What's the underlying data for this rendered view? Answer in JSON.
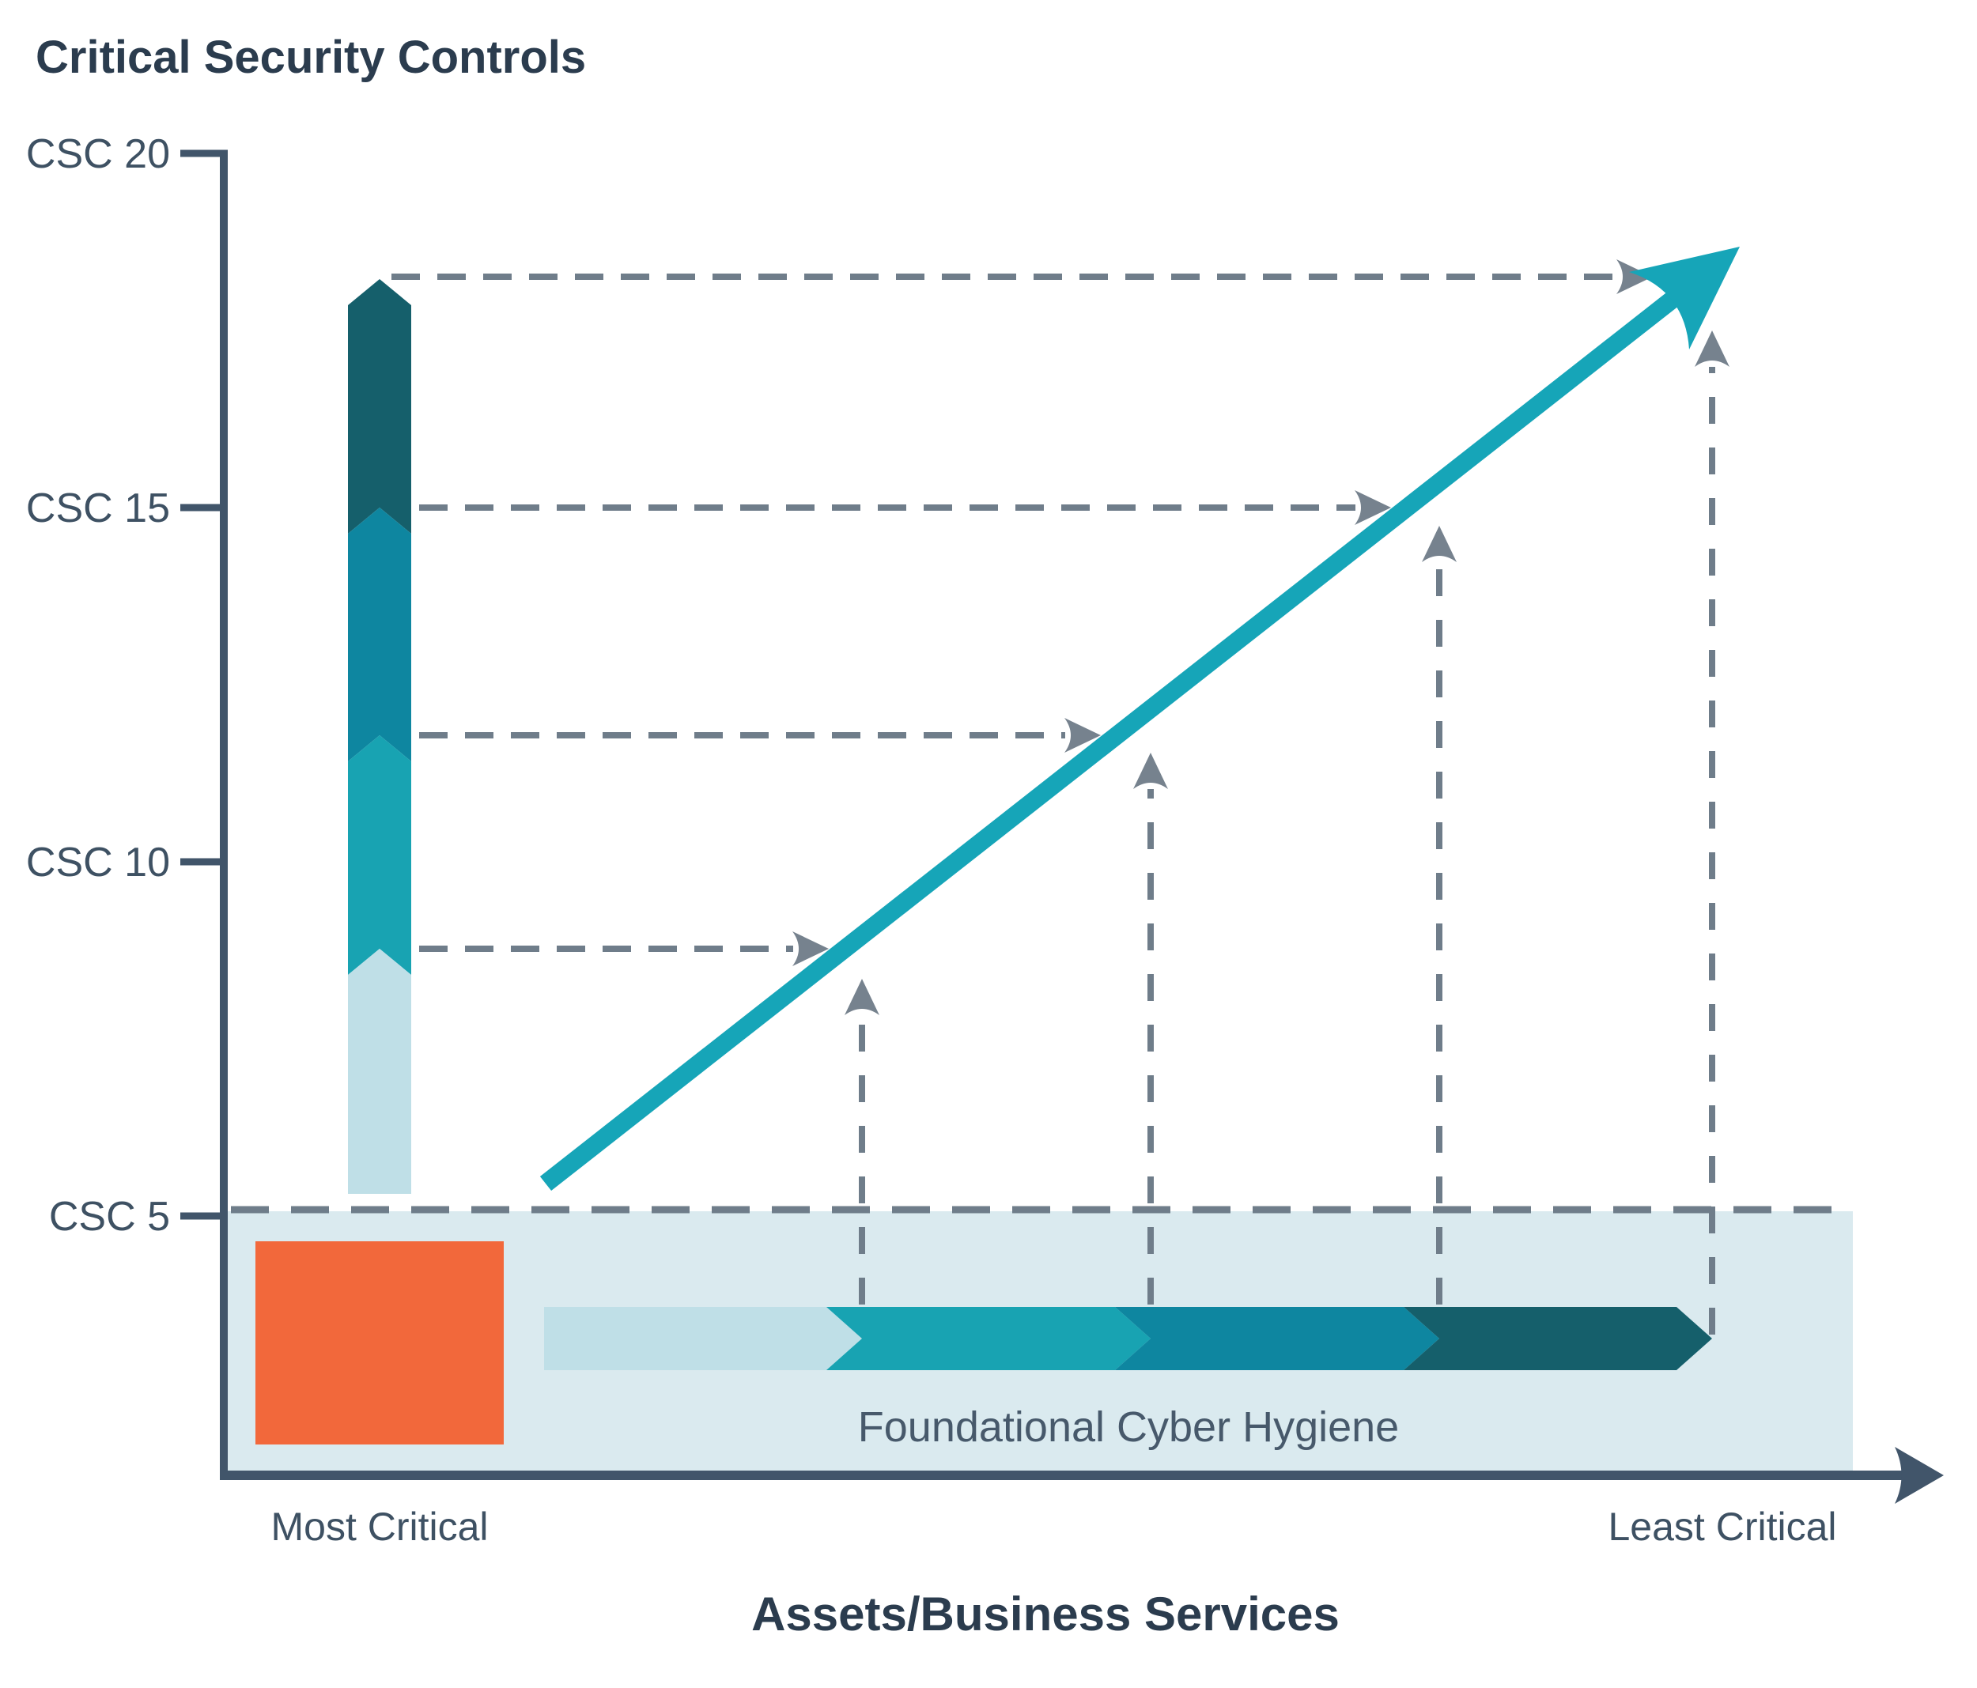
{
  "title": "Critical Security Controls",
  "y_axis": {
    "ticks": [
      "CSC 20",
      "CSC 15",
      "CSC 10",
      "CSC 5"
    ]
  },
  "x_axis": {
    "left_label": "Most Critical",
    "right_label": "Least Critical",
    "title": "Assets/Business Services"
  },
  "band": {
    "label": "Foundational Cyber Hygiene"
  },
  "colors": {
    "title_navy": "#2b3c4e",
    "label_slate": "#3e5163",
    "axis_slate": "#41556a",
    "dash_gray": "#6f7d8a",
    "arrowhead_gray": "#76828e",
    "diagonal_teal": "#16a5b8",
    "teal_dark": "#155f6b",
    "teal_medium": "#0e86a0",
    "teal_bright": "#18a3b2",
    "blue_light": "#bfdfe7",
    "band_fill": "#daeaef",
    "orange_block": "#f2683b"
  },
  "diagram": {
    "type": "conceptual-diagram",
    "vertical_bar_segment_colors_bottom_to_top": [
      "#bfdfe7",
      "#18a3b2",
      "#0e86a0",
      "#155f6b"
    ],
    "horizontal_bar_segment_colors_left_to_right": [
      "#bfdfe7",
      "#18a3b2",
      "#0e86a0",
      "#155f6b"
    ],
    "horizontal_dashed_arrow_count": 4,
    "vertical_dashed_arrow_count": 4,
    "diagonal_arrow_direction": "lower-left to upper-right"
  }
}
